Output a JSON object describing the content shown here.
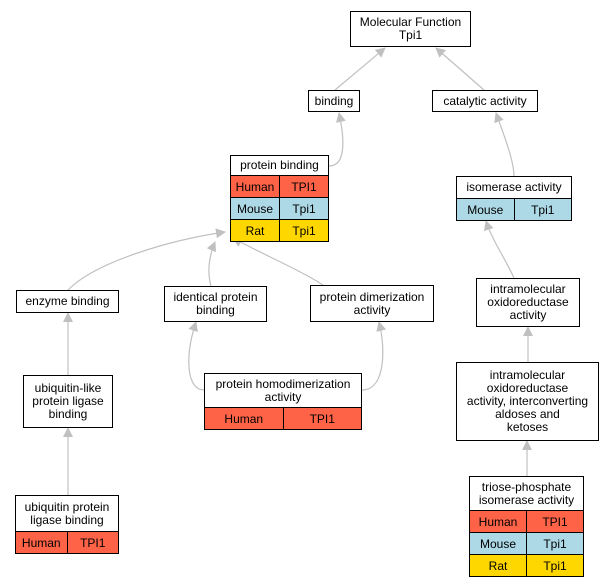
{
  "nodes": {
    "mf": {
      "title": "Molecular Function\nTpi1"
    },
    "binding": {
      "title": "binding"
    },
    "catalytic": {
      "title": "catalytic activity"
    },
    "protein_binding": {
      "title": "protein binding",
      "rows": [
        {
          "species": "Human",
          "gene": "TPI1",
          "color": "#ff6347"
        },
        {
          "species": "Mouse",
          "gene": "Tpi1",
          "color": "#add8e6"
        },
        {
          "species": "Rat",
          "gene": "Tpi1",
          "color": "#ffd700"
        }
      ]
    },
    "isomerase": {
      "title": "isomerase activity",
      "rows": [
        {
          "species": "Mouse",
          "gene": "Tpi1",
          "color": "#add8e6"
        }
      ]
    },
    "enzyme_binding": {
      "title": "enzyme binding"
    },
    "identical_binding": {
      "title": "identical protein\nbinding"
    },
    "dimerization": {
      "title": "protein dimerization\nactivity"
    },
    "intramolecular": {
      "title": "intramolecular\noxidoreductase\nactivity"
    },
    "ubl_ligase": {
      "title": "ubiquitin-like\nprotein ligase\nbinding"
    },
    "homodimerization": {
      "title": "protein homodimerization\nactivity",
      "rows": [
        {
          "species": "Human",
          "gene": "TPI1",
          "color": "#ff6347"
        }
      ]
    },
    "interconverting": {
      "title": "intramolecular\noxidoreductase\nactivity, interconverting\naldoses and\nketoses"
    },
    "ub_ligase": {
      "title": "ubiquitin protein\nligase binding",
      "rows": [
        {
          "species": "Human",
          "gene": "TPI1",
          "color": "#ff6347"
        }
      ]
    },
    "tpi": {
      "title": "triose-phosphate\nisomerase activity",
      "rows": [
        {
          "species": "Human",
          "gene": "TPI1",
          "color": "#ff6347"
        },
        {
          "species": "Mouse",
          "gene": "Tpi1",
          "color": "#add8e6"
        },
        {
          "species": "Rat",
          "gene": "Tpi1",
          "color": "#ffd700"
        }
      ]
    }
  },
  "edge_color": "#c0c0c0"
}
